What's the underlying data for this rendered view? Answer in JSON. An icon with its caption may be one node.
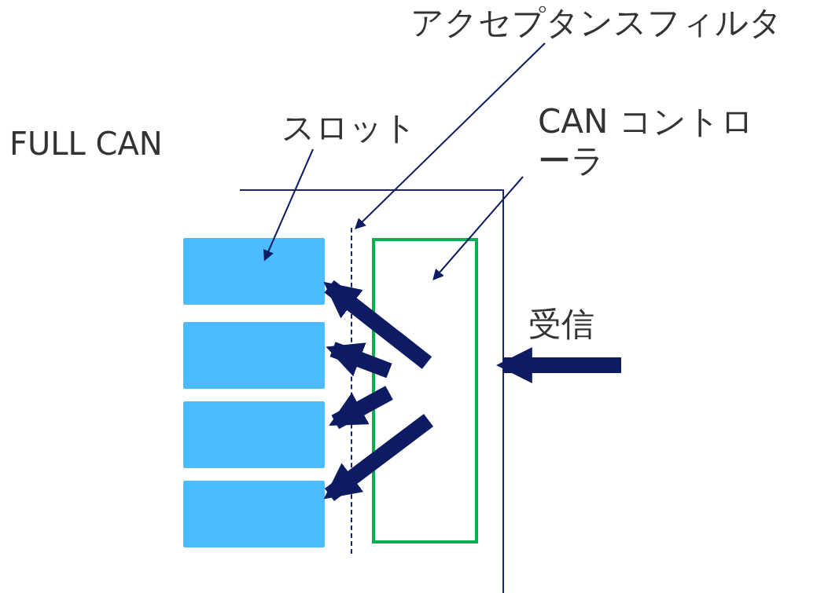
{
  "diagram": {
    "nodes": [
      {
        "text": [
          "スロット"
        ]
      },
      {
        "text": [
          "アクセプタンスフィルタ"
        ]
      },
      {
        "text": [
          "CAN コントローラ"
        ]
      },
      {
        "text": [],
        "shape": "box"
      },
      {
        "text": [],
        "shape": "box"
      },
      {
        "text": [],
        "shape": "box"
      },
      {
        "text": [],
        "shape": "box"
      },
      {
        "text": [],
        "shape": "line"
      },
      {
        "text": [],
        "shape": "box"
      }
    ],
    "edges": [
      {
        "from": 0,
        "to": 3,
        "arrow": "to"
      },
      {
        "from": 1,
        "to": 7,
        "arrow": "to"
      },
      {
        "from": 2,
        "to": 8,
        "arrow": "to"
      },
      {
        "from": null,
        "to": 8,
        "arrow": "to",
        "label": "受信"
      },
      {
        "from": 8,
        "to": 3,
        "arrow": "to"
      },
      {
        "from": 8,
        "to": 4,
        "arrow": "to"
      },
      {
        "from": 8,
        "to": 5,
        "arrow": "to"
      },
      {
        "from": 8,
        "to": 6,
        "arrow": "to"
      }
    ],
    "labels": [
      "FULL CAN"
    ]
  }
}
